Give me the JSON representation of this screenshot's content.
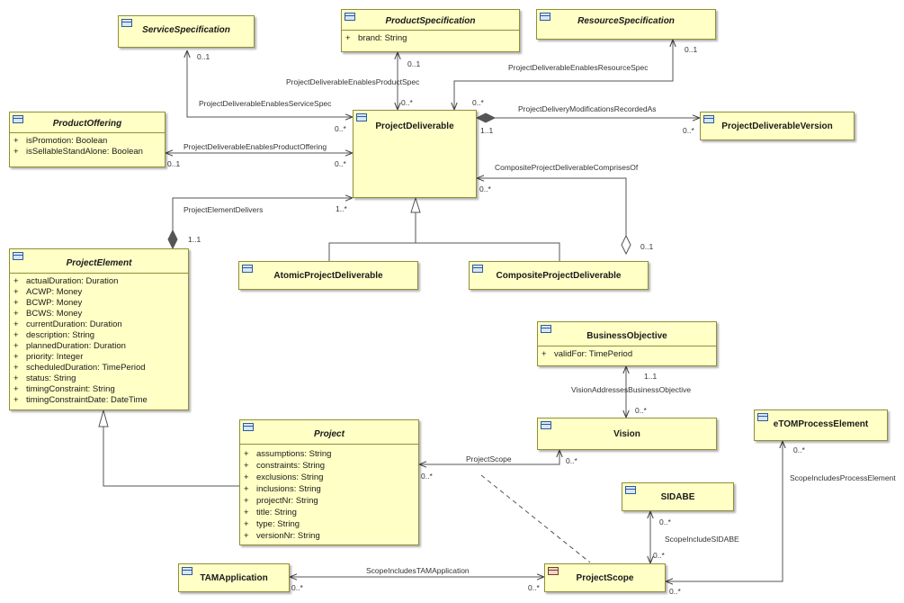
{
  "classes": {
    "service_spec": {
      "name": "ServiceSpecification",
      "attributes": []
    },
    "product_spec": {
      "name": "ProductSpecification",
      "attributes": [
        {
          "vis": "+",
          "text": "brand: String"
        }
      ]
    },
    "resource_spec": {
      "name": "ResourceSpecification",
      "attributes": []
    },
    "product_offering": {
      "name": "ProductOffering",
      "attributes": [
        {
          "vis": "+",
          "text": "isPromotion: Boolean"
        },
        {
          "vis": "+",
          "text": "isSellableStandAlone: Boolean"
        }
      ]
    },
    "project_deliverable": {
      "name": "ProjectDeliverable",
      "attributes": []
    },
    "pd_version": {
      "name": "ProjectDeliverableVersion",
      "attributes": []
    },
    "atomic_pd": {
      "name": "AtomicProjectDeliverable",
      "attributes": []
    },
    "composite_pd": {
      "name": "CompositeProjectDeliverable",
      "attributes": []
    },
    "project_element": {
      "name": "ProjectElement",
      "attributes": [
        {
          "vis": "+",
          "text": "actualDuration: Duration"
        },
        {
          "vis": "+",
          "text": "ACWP: Money"
        },
        {
          "vis": "+",
          "text": "BCWP: Money"
        },
        {
          "vis": "+",
          "text": "BCWS: Money"
        },
        {
          "vis": "+",
          "text": "currentDuration: Duration"
        },
        {
          "vis": "+",
          "text": "description: String"
        },
        {
          "vis": "+",
          "text": "plannedDuration: Duration"
        },
        {
          "vis": "+",
          "text": "priority: Integer"
        },
        {
          "vis": "+",
          "text": "scheduledDuration: TimePeriod"
        },
        {
          "vis": "+",
          "text": "status: String"
        },
        {
          "vis": "+",
          "text": "timingConstraint: String"
        },
        {
          "vis": "+",
          "text": "timingConstraintDate: DateTime"
        }
      ]
    },
    "business_objective": {
      "name": "BusinessObjective",
      "attributes": [
        {
          "vis": "+",
          "text": "validFor: TimePeriod"
        }
      ]
    },
    "vision": {
      "name": "Vision",
      "attributes": []
    },
    "etom": {
      "name": "eTOMProcessElement",
      "attributes": []
    },
    "project": {
      "name": "Project",
      "attributes": [
        {
          "vis": "+",
          "text": "assumptions: String"
        },
        {
          "vis": "+",
          "text": "constraints: String"
        },
        {
          "vis": "+",
          "text": "exclusions: String"
        },
        {
          "vis": "+",
          "text": "inclusions: String"
        },
        {
          "vis": "+",
          "text": "projectNr: String"
        },
        {
          "vis": "+",
          "text": "title: String"
        },
        {
          "vis": "+",
          "text": "type: String"
        },
        {
          "vis": "+",
          "text": "versionNr: String"
        }
      ]
    },
    "sidabe": {
      "name": "SIDABE",
      "attributes": []
    },
    "tam_application": {
      "name": "TAMApplication",
      "attributes": []
    },
    "project_scope": {
      "name": "ProjectScope",
      "attributes": []
    }
  },
  "associations": {
    "enables_service_spec": "ProjectDeliverableEnablesServiceSpec",
    "enables_product_spec": "ProjectDeliverableEnablesProductSpec",
    "enables_resource_spec": "ProjectDeliverableEnablesResourceSpec",
    "modifications_recorded": "ProjectDeliveryModificationsRecordedAs",
    "enables_product_offering": "ProjectDeliverableEnablesProductOffering",
    "composite_comprises": "CompositeProjectDeliverableComprisesOf",
    "element_delivers": "ProjectElementDelivers",
    "vision_addresses": "VisionAddressesBusinessObjective",
    "project_scope": "ProjectScope",
    "scope_process_element": "ScopeIncludesProcessElement",
    "scope_sidabe": "ScopeIncludeSIDABE",
    "scope_tam": "ScopeIncludesTAMApplication"
  },
  "multiplicities": {
    "m01": "0..1",
    "mstar": "0..*",
    "m11": "1..1",
    "m1star": "1..*"
  }
}
